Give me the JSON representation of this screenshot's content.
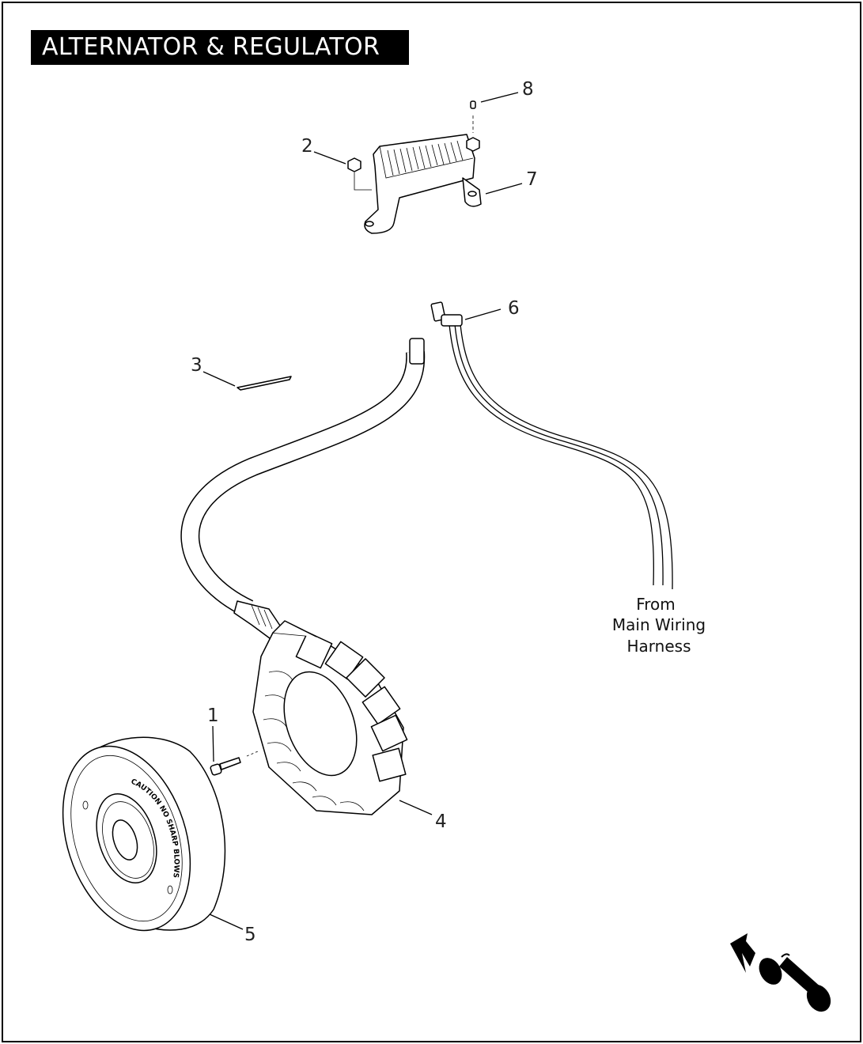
{
  "title": "ALTERNATOR & REGULATOR",
  "callouts": [
    {
      "id": "1",
      "label": "1"
    },
    {
      "id": "2",
      "label": "2"
    },
    {
      "id": "3",
      "label": "3"
    },
    {
      "id": "4",
      "label": "4"
    },
    {
      "id": "5",
      "label": "5"
    },
    {
      "id": "6",
      "label": "6"
    },
    {
      "id": "7",
      "label": "7"
    },
    {
      "id": "8",
      "label": "8"
    }
  ],
  "note": {
    "line1": "From",
    "line2": "Main Wiring",
    "line3": "Harness"
  },
  "rotor_text": "CAUTION NO SHARP BLOWS",
  "direction_icon": "front-arrow-motorcycle-icon"
}
